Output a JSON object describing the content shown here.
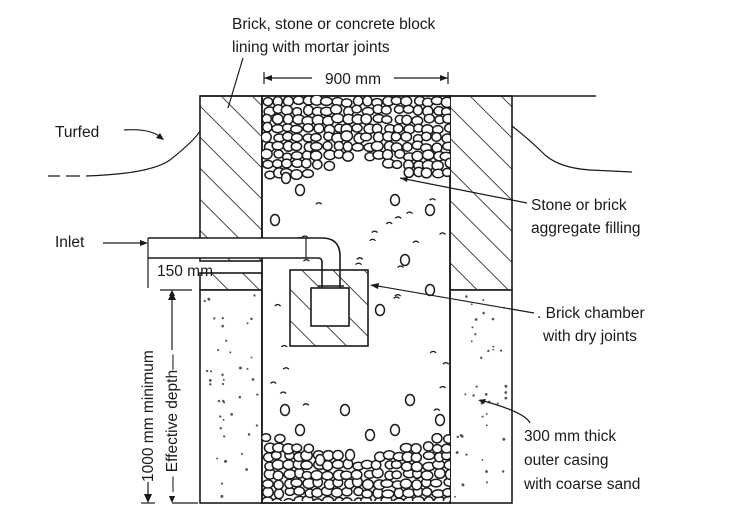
{
  "diagram": {
    "type": "soakaway-cross-section",
    "labels": {
      "lining_line1": "Brick, stone or concrete block",
      "lining_line2": "lining with mortar joints",
      "width_dim": "900 mm",
      "turfed": "Turfed",
      "filling_line1": "Stone or brick",
      "filling_line2": "aggregate filling",
      "inlet": "Inlet",
      "inlet_offset": "150 mm",
      "chamber_line1": ". Brick chamber",
      "chamber_line2": "with dry joints",
      "total_depth": "1000 mm minimum",
      "effective_depth": "Effective depth",
      "casing_line1": "300 mm thick",
      "casing_line2": "outer casing",
      "casing_line3": "with coarse sand"
    },
    "colors": {
      "ink": "#1a1a1a",
      "paper": "#ffffff"
    }
  }
}
